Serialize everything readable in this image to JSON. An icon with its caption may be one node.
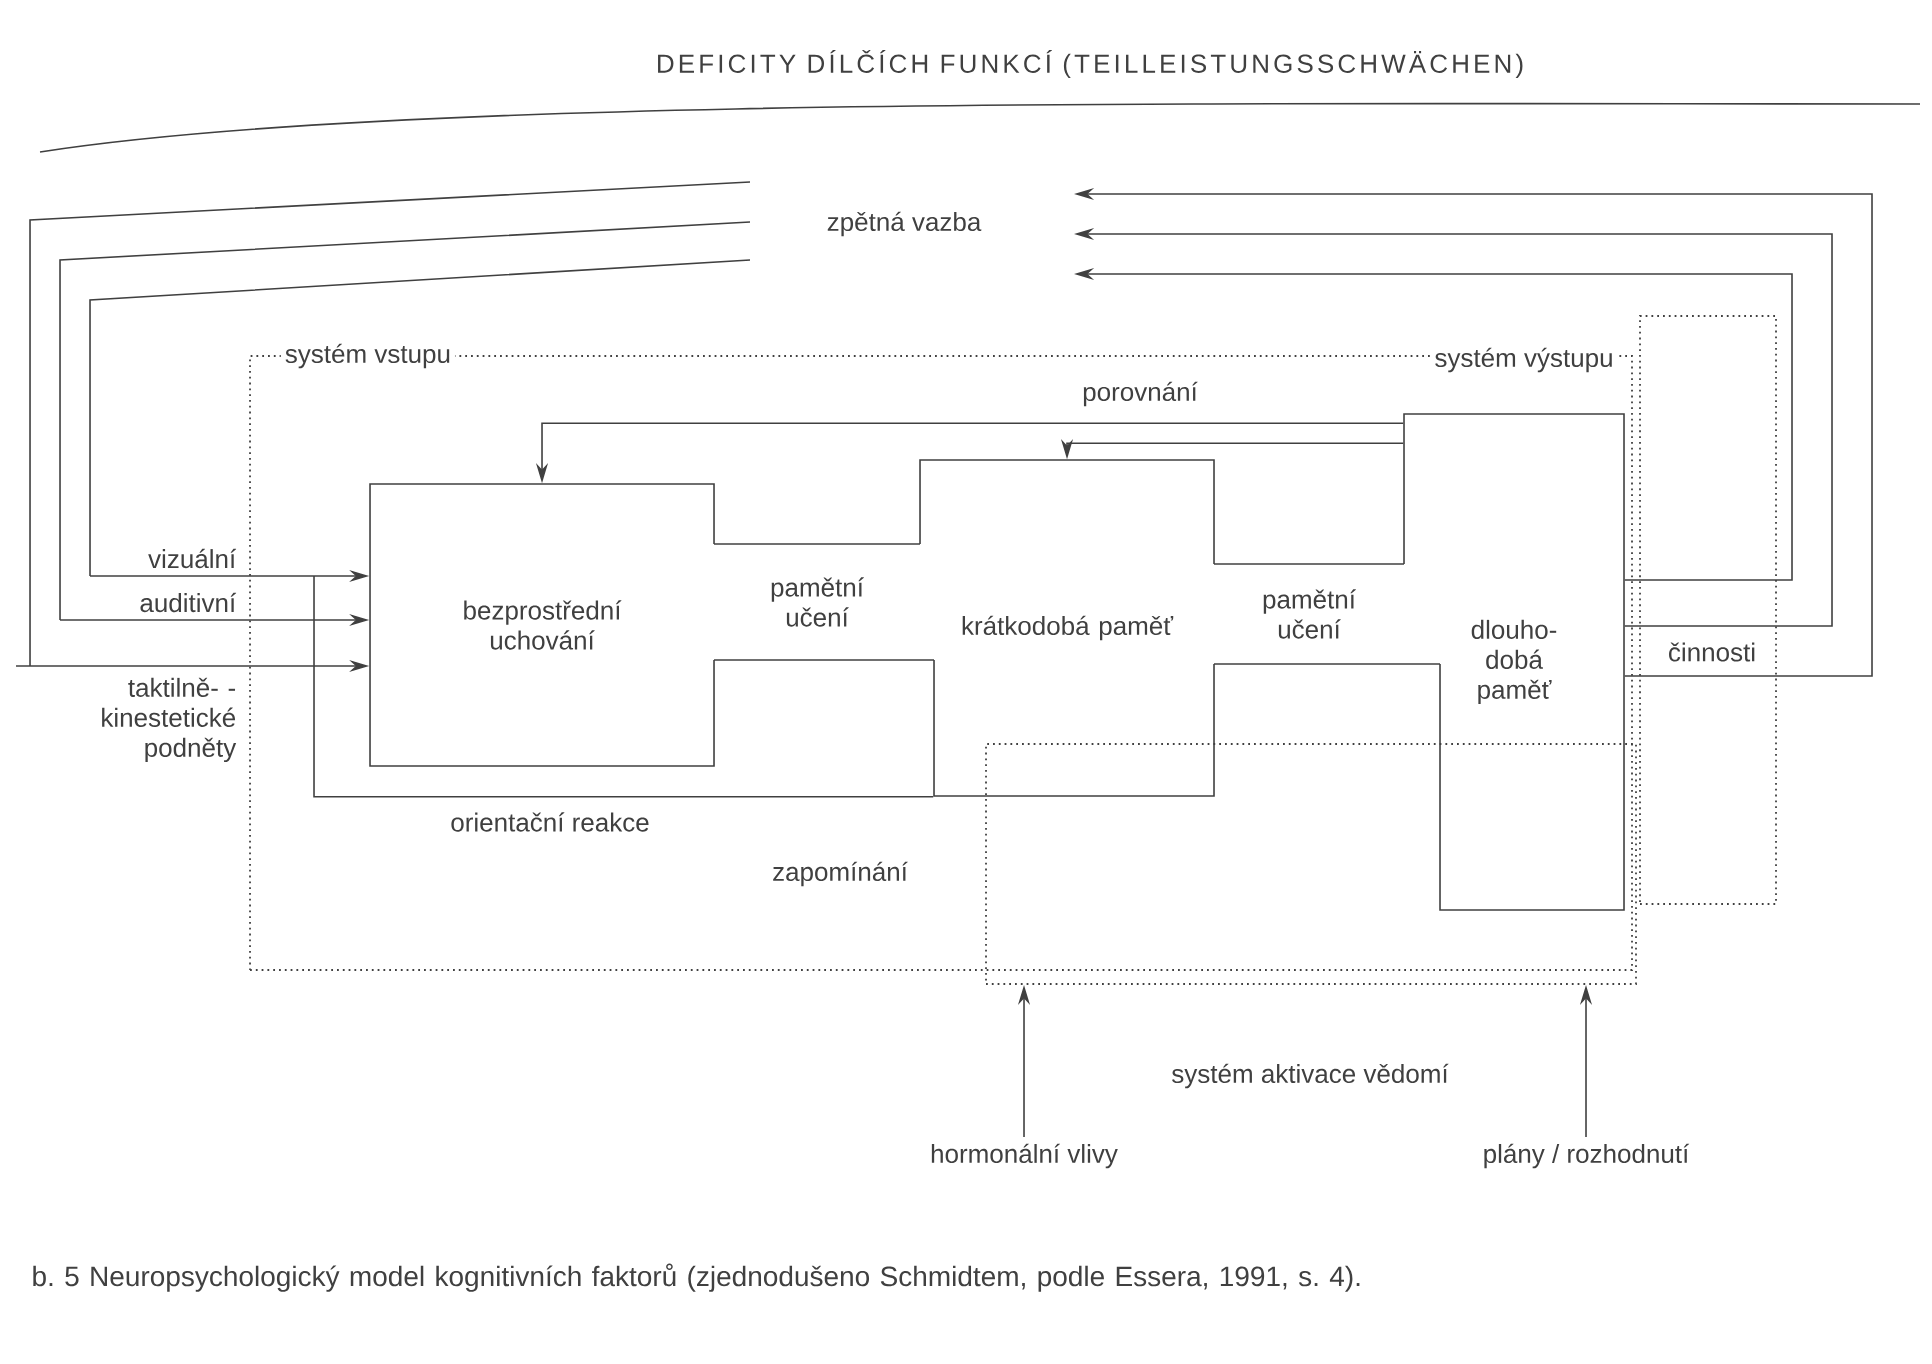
{
  "diagram": {
    "title": "DEFICITY DÍLČÍCH FUNKCÍ (TEILLEISTUNGSSCHWÄCHEN)",
    "caption": "b. 5 Neuropsychologický model kognitivních faktorů (zjednodušeno Schmidtem, podle Essera, 1991, s. 4).",
    "nodes": [
      {
        "text": [
          "systém vstupu"
        ]
      },
      {
        "text": [
          "systém výstupu"
        ]
      },
      {
        "text": [
          "systém aktivace vědomí"
        ]
      },
      {
        "text": [
          "bezprostřední uchování"
        ],
        "in": 0
      },
      {
        "text": [
          "pamětní učení"
        ],
        "in": 0
      },
      {
        "text": [
          "krátkodobá paměť"
        ],
        "in": 0
      },
      {
        "text": [
          "pamětní učení"
        ],
        "in": 0
      },
      {
        "text": [
          "dlouho- dobá paměť"
        ],
        "in": 0
      },
      {
        "text": [
          "hormonální vlivy"
        ]
      },
      {
        "text": [
          "plány / rozhodnutí"
        ]
      }
    ],
    "edges": [
      {
        "from": 7,
        "to": 3,
        "arrow": "to",
        "label": "porovnání"
      },
      {
        "from": 7,
        "to": 5,
        "arrow": "to"
      },
      {
        "from": 7,
        "to": null,
        "arrow": "to"
      },
      {
        "from": 7,
        "to": null,
        "arrow": "to"
      },
      {
        "from": 7,
        "to": null,
        "arrow": "to"
      },
      {
        "from": null,
        "to": 3,
        "arrow": "to",
        "label": "vizuální"
      },
      {
        "from": null,
        "to": 3,
        "arrow": "to",
        "label": "auditivní"
      },
      {
        "from": null,
        "to": 3,
        "arrow": "to",
        "label": "taktilně- -kinestetické podněty"
      },
      {
        "from": null,
        "to": 5,
        "arrow": "none",
        "label": "orientační reakce"
      },
      {
        "from": 8,
        "to": 2,
        "arrow": "to"
      },
      {
        "from": 9,
        "to": 2,
        "arrow": "to"
      }
    ],
    "labels": [
      "zpětná vazba",
      "zapomínání",
      "činnosti"
    ]
  }
}
